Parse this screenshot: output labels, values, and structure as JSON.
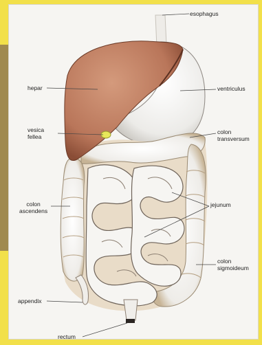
{
  "labels": {
    "esophagus": "esophagus",
    "hepar": "hepar",
    "ventriculus": "ventriculus",
    "vesica_fellea": [
      "vesica",
      "fellea"
    ],
    "colon_transversum": [
      "colon",
      "transversum"
    ],
    "colon_ascendens": [
      "colon",
      "ascendens"
    ],
    "jejunum": "jejunum",
    "colon_sigmoideum": [
      "colon",
      "sigmoideum"
    ],
    "appendix": "appendix",
    "rectum": "rectum"
  },
  "colors": {
    "background": "#f2e04a",
    "panel": "#f6f5f2",
    "liver": "#b9765a",
    "liver_dark": "#8a4d36",
    "stomach": "#f1f0ee",
    "intestine": "#f4f3f0",
    "intestine_shadow": "#b89b78",
    "gallbladder": "#e8e85a"
  }
}
